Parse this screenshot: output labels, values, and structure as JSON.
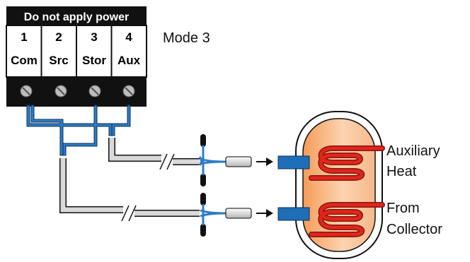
{
  "terminal_block": {
    "header": "Do not apply power",
    "terminals": [
      {
        "number": "1",
        "label": "Com"
      },
      {
        "number": "2",
        "label": "Src"
      },
      {
        "number": "3",
        "label": "Stor"
      },
      {
        "number": "4",
        "label": "Aux"
      }
    ]
  },
  "mode_label": "Mode 3",
  "tank": {
    "upper_coil_label_line1": "Auxiliary",
    "upper_coil_label_line2": "Heat",
    "lower_coil_label_line1": "From",
    "lower_coil_label_line2": "Collector"
  },
  "colors": {
    "wire_blue": "#1f6fb8",
    "terminal_black": "#111111",
    "coil_red": "#e0261b",
    "tank_fill": "#f6b27c",
    "pipe_blue": "#1f6fb8"
  }
}
